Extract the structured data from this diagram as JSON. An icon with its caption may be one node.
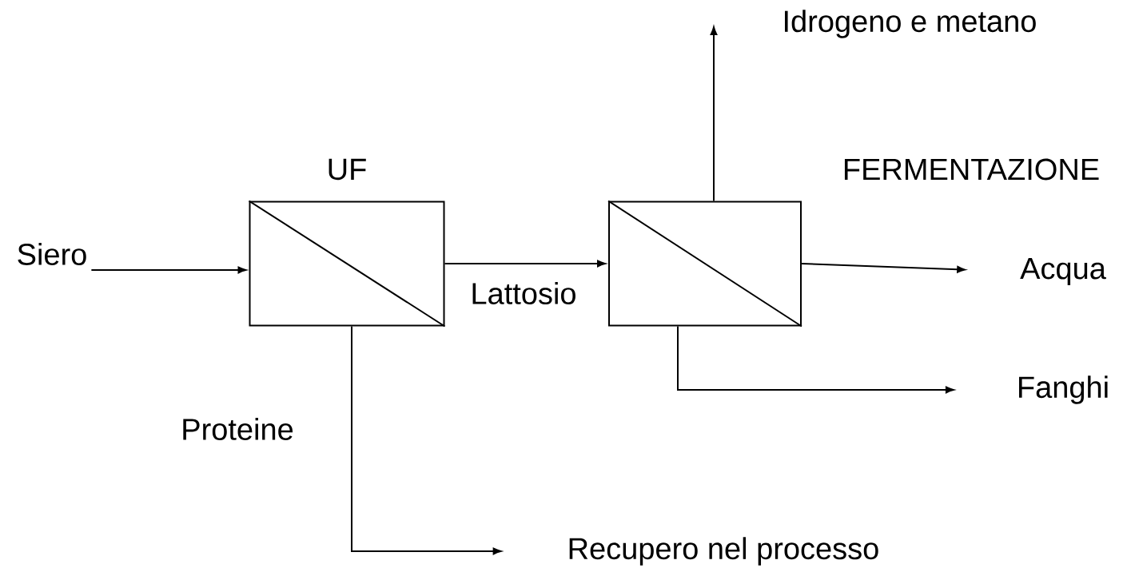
{
  "diagram": {
    "nodes": [
      {
        "text": [
          "Siero"
        ]
      },
      {
        "text": [
          "UF"
        ]
      },
      {
        "text": [
          "FERMENTAZIONE"
        ]
      },
      {
        "text": [
          "Idrogeno e metano"
        ]
      },
      {
        "text": [
          "Acqua"
        ]
      },
      {
        "text": [
          "Fanghi"
        ]
      },
      {
        "text": [
          "Recupero nel processo"
        ]
      }
    ],
    "edges": [
      {
        "from": 0,
        "to": 1,
        "arrow": "to"
      },
      {
        "from": 1,
        "to": 2,
        "arrow": "to",
        "label": "Lattosio"
      },
      {
        "from": 2,
        "to": 3,
        "arrow": "to"
      },
      {
        "from": 2,
        "to": 4,
        "arrow": "to"
      },
      {
        "from": 2,
        "to": 5,
        "arrow": "to"
      },
      {
        "from": 1,
        "to": 6,
        "arrow": "to",
        "label": "Proteine"
      }
    ]
  }
}
